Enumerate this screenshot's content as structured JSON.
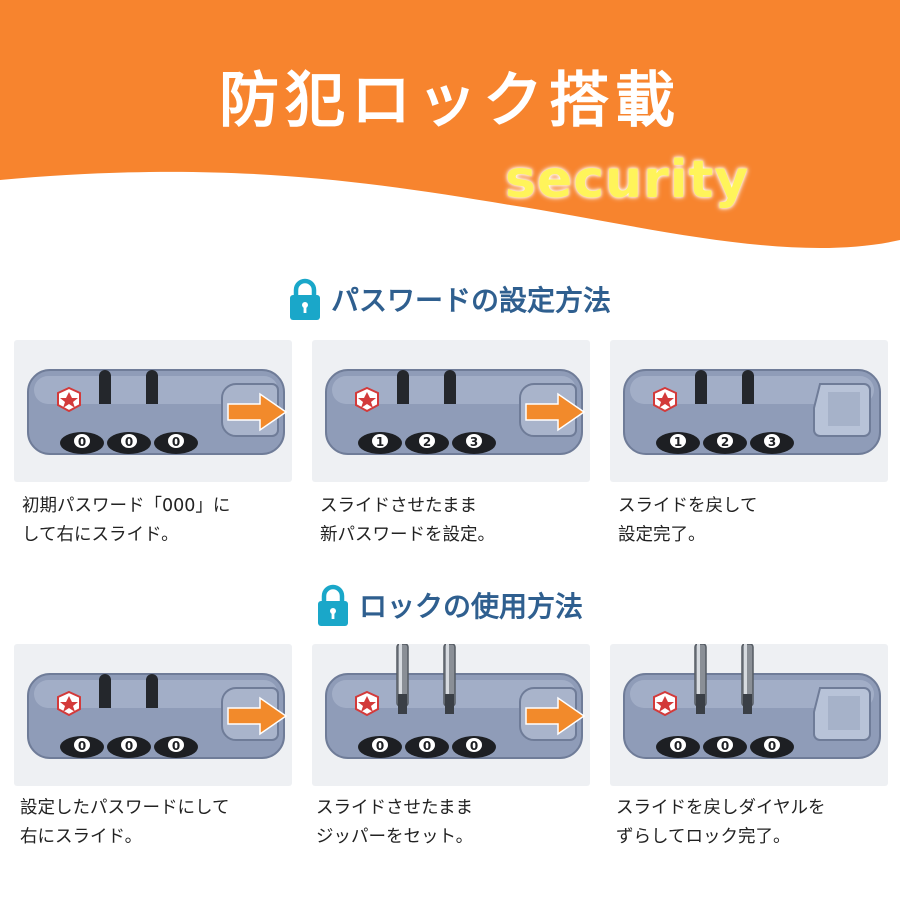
{
  "hero": {
    "title": "防犯ロック搭載",
    "subtitle": "security",
    "colors": {
      "orange": "#f7842e",
      "title": "#ffffff",
      "subtitle": "#fff45a"
    }
  },
  "sections": [
    {
      "title": "パスワードの設定方法",
      "icon": "padlock-icon",
      "steps": [
        {
          "digits": [
            "0",
            "0",
            "0"
          ],
          "arrow": true,
          "shackle": false,
          "slider": "right",
          "caption": [
            "初期パスワード「000」に",
            "して右にスライド。"
          ]
        },
        {
          "digits": [
            "1",
            "2",
            "3"
          ],
          "arrow": true,
          "shackle": false,
          "slider": "right",
          "caption": [
            "スライドさせたまま",
            "新パスワードを設定。"
          ]
        },
        {
          "digits": [
            "1",
            "2",
            "3"
          ],
          "arrow": false,
          "shackle": false,
          "slider": "back",
          "caption": [
            "スライドを戻して",
            "設定完了。"
          ]
        }
      ]
    },
    {
      "title": "ロックの使用方法",
      "icon": "padlock-icon",
      "steps": [
        {
          "digits": [
            "0",
            "0",
            "0"
          ],
          "arrow": true,
          "shackle": false,
          "slider": "right",
          "caption": [
            "設定したパスワードにして",
            "右にスライド。"
          ]
        },
        {
          "digits": [
            "0",
            "0",
            "0"
          ],
          "arrow": true,
          "shackle": true,
          "slider": "right",
          "caption": [
            "スライドさせたまま",
            "ジッパーをセット。"
          ]
        },
        {
          "digits": [
            "0",
            "0",
            "0"
          ],
          "arrow": false,
          "shackle": true,
          "slider": "back",
          "caption": [
            "スライドを戻しダイヤルを",
            "ずらしてロック完了。"
          ]
        }
      ]
    }
  ],
  "colors": {
    "lock_body": "#8f9cb8",
    "arrow": "#f28a2b",
    "section_title": "#2f5f8f",
    "icon": "#1aa7c9"
  }
}
